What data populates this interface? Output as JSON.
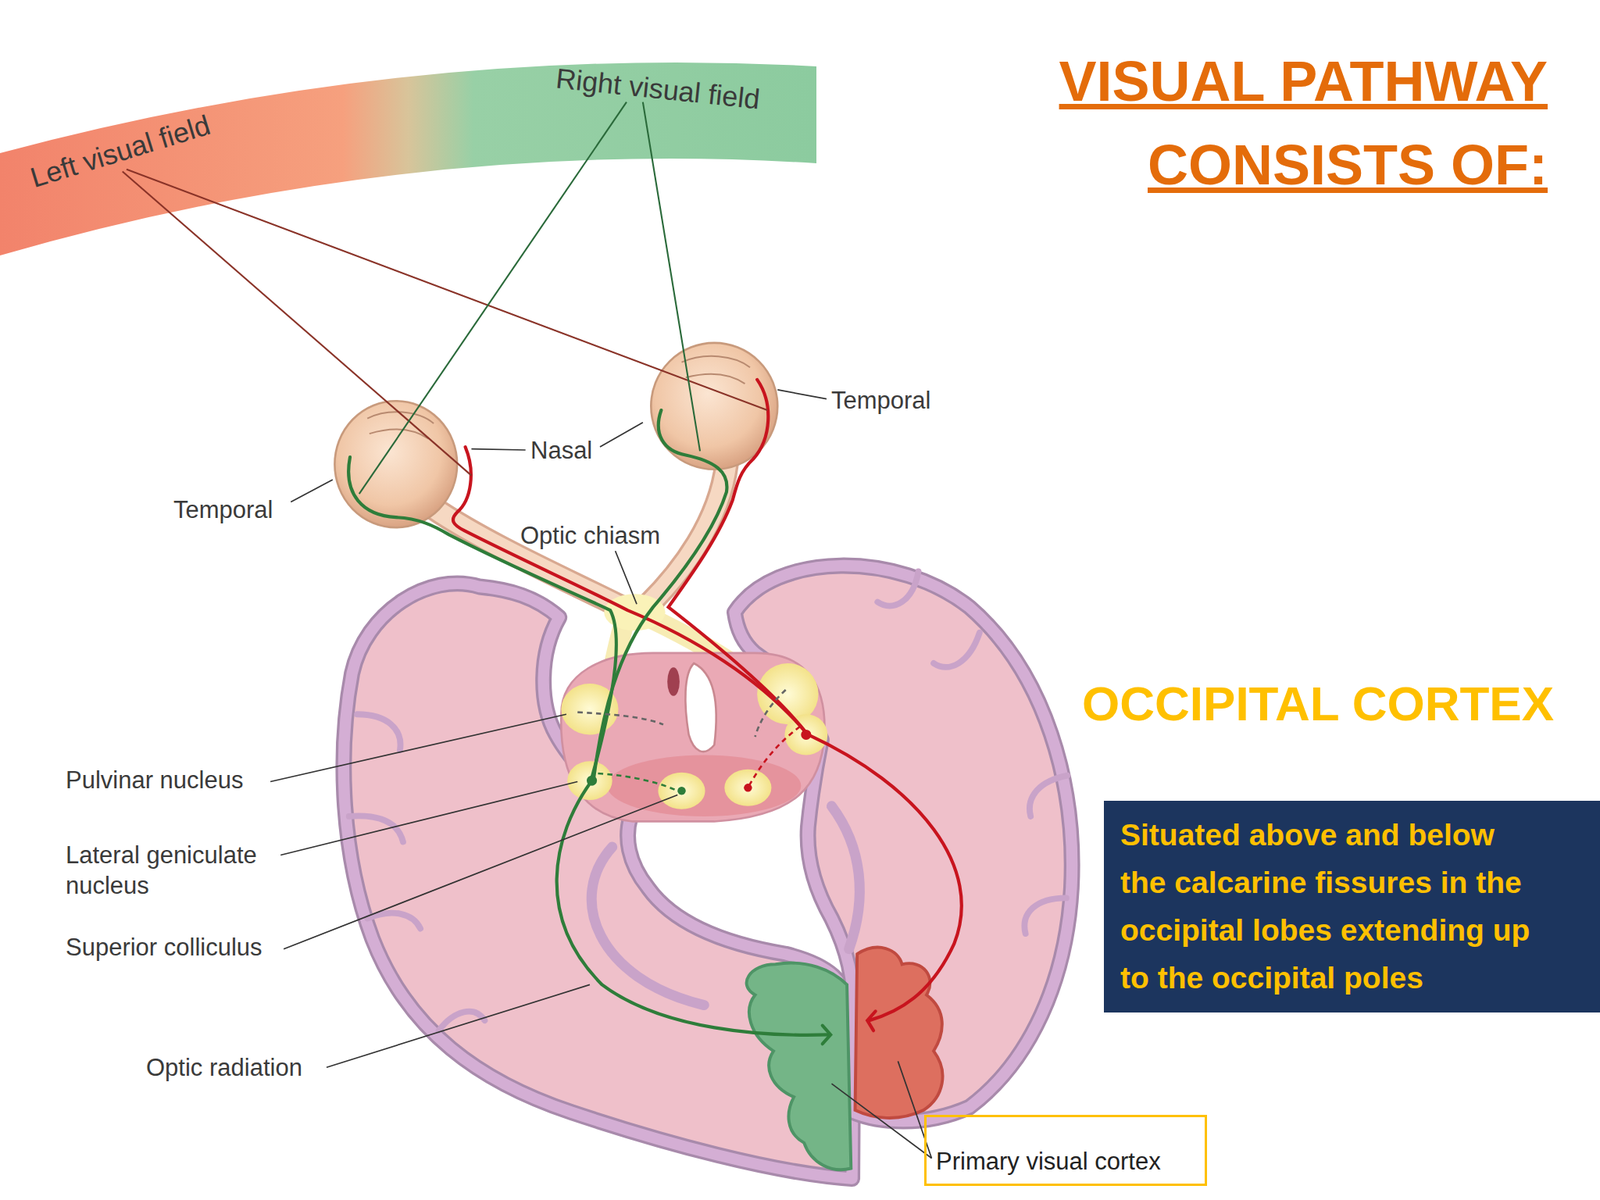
{
  "diagram": {
    "title": "VISUAL PATHWAY CONSISTS OF:",
    "nodes": [
      {
        "text": [
          "Left visual field",
          "Right visual field"
        ]
      },
      {
        "text": [
          "Situated above and below the calcarine fissures in the occipital lobes extending up to the occipital poles"
        ]
      },
      {
        "text": [
          "Primary visual cortex"
        ]
      }
    ],
    "labels": [
      "Temporal",
      "Nasal",
      "Temporal",
      "Optic chiasm",
      "OCCIPITAL CORTEX",
      "Pulvinar nucleus",
      "Lateral geniculate nucleus",
      "Superior colliculus",
      "Optic radiation"
    ]
  }
}
